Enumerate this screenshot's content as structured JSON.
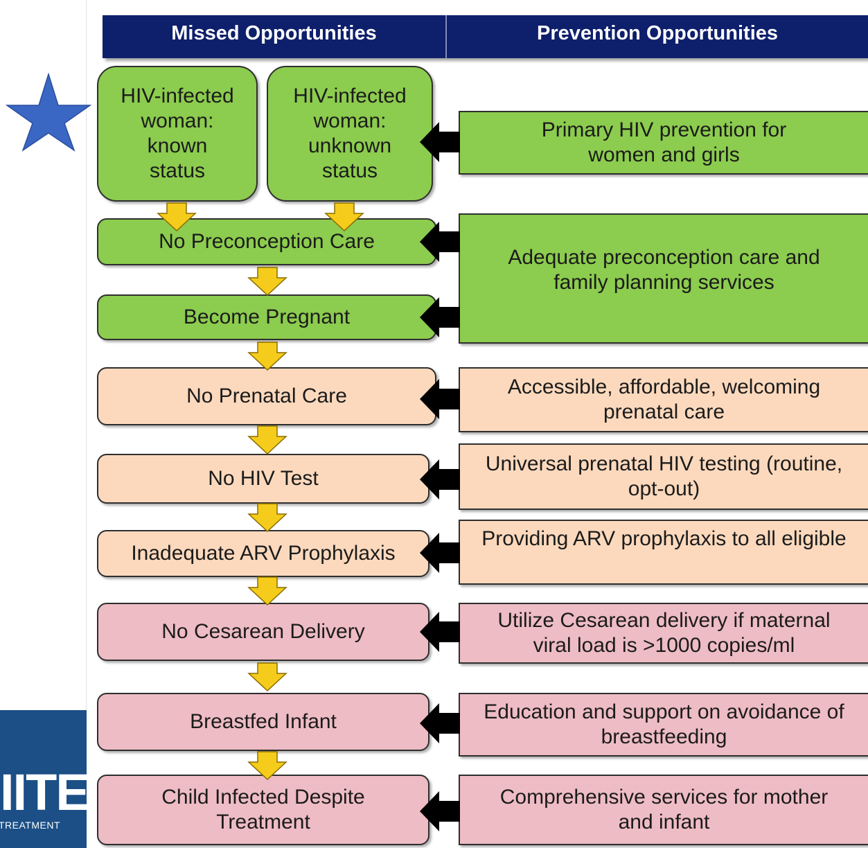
{
  "header": {
    "missed_label": "Missed Opportunities",
    "prevention_label": "Prevention Opportunities"
  },
  "missed": [
    {
      "id": "known",
      "text": "HIV-infected woman: known status",
      "color": "#8ccc4e"
    },
    {
      "id": "unknown",
      "text": "HIV-infected woman: unknown status",
      "color": "#8ccc4e"
    },
    {
      "id": "no-preconception",
      "text": "No Preconception Care",
      "color": "#8ccc4e"
    },
    {
      "id": "pregnant",
      "text": "Become Pregnant",
      "color": "#8ccc4e"
    },
    {
      "id": "no-prenatal",
      "text": "No Prenatal Care",
      "color": "#fcd9bd"
    },
    {
      "id": "no-hiv-test",
      "text": "No HIV Test",
      "color": "#fcd9bd"
    },
    {
      "id": "inadequate-arv",
      "text": "Inadequate ARV Prophylaxis",
      "color": "#fcd9bd"
    },
    {
      "id": "no-cesarean",
      "text": "No Cesarean Delivery",
      "color": "#eebcc4"
    },
    {
      "id": "breastfed",
      "text": "Breastfed Infant",
      "color": "#eebcc4"
    },
    {
      "id": "child-infected",
      "text": "Child Infected Despite Treatment",
      "color": "#eebcc4"
    }
  ],
  "prevention": [
    {
      "id": "primary",
      "text": "Primary HIV prevention for women and girls",
      "color": "#8ccc4e"
    },
    {
      "id": "preconception",
      "text": "Adequate preconception care and family planning services",
      "color": "#8ccc4e"
    },
    {
      "id": "prenatal",
      "text": "Accessible, affordable, welcoming prenatal care",
      "color": "#fcd9bd"
    },
    {
      "id": "testing",
      "text": "Universal prenatal HIV testing (routine, opt-out)",
      "color": "#fcd9bd"
    },
    {
      "id": "arv",
      "text": "Providing ARV prophylaxis to all eligible",
      "color": "#fcd9bd"
    },
    {
      "id": "cesarean",
      "text": "Utilize Cesarean delivery if maternal viral load is >1000 copies/ml",
      "color": "#eebcc4"
    },
    {
      "id": "breastfeeding",
      "text": "Education and support on avoidance of breastfeeding",
      "color": "#eebcc4"
    },
    {
      "id": "comprehensive",
      "text": "Comprehensive services for mother and infant",
      "color": "#eebcc4"
    }
  ],
  "logo": {
    "text": "IITE",
    "subtext": "TREATMENT",
    "color": "#1c4f86"
  },
  "icons": {
    "star": "star-icon",
    "down_arrow": "arrow-down-icon",
    "left_arrow": "arrow-left-icon"
  },
  "colors": {
    "header": "#0e1f6b",
    "arrow_fill": "#f5cc1b",
    "arrow_stroke": "#8a6d00",
    "star": "#3a67c4"
  }
}
